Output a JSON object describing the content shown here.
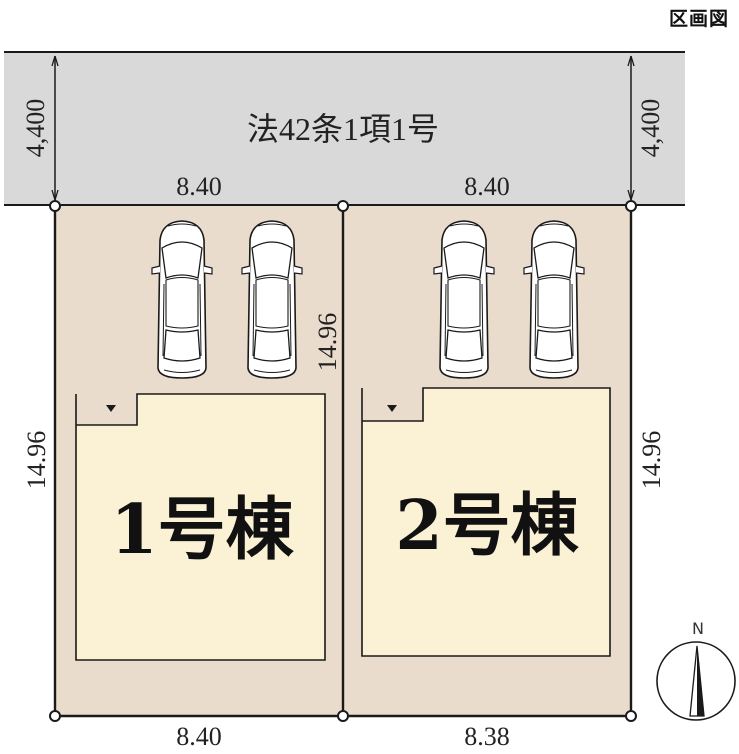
{
  "header": {
    "title": "区画図"
  },
  "road": {
    "label": "法42条1項1号",
    "width_left": "4,400",
    "width_right": "4,400"
  },
  "lots": [
    {
      "name": "1号棟",
      "top": "8.40",
      "bottom": "8.40",
      "left": "14.96",
      "right": "14.96"
    },
    {
      "name": "2号棟",
      "top": "8.40",
      "bottom": "8.38",
      "right": "14.96"
    }
  ],
  "compass": {
    "north": "N"
  },
  "colors": {
    "road": "#d9d9d9",
    "lot": "#e9dccd",
    "building": "#fbf1d4",
    "line": "#1a1a1a"
  },
  "icons": {
    "parking": "car-icon",
    "entrance": "entrance-triangle-icon",
    "north": "compass-icon"
  }
}
